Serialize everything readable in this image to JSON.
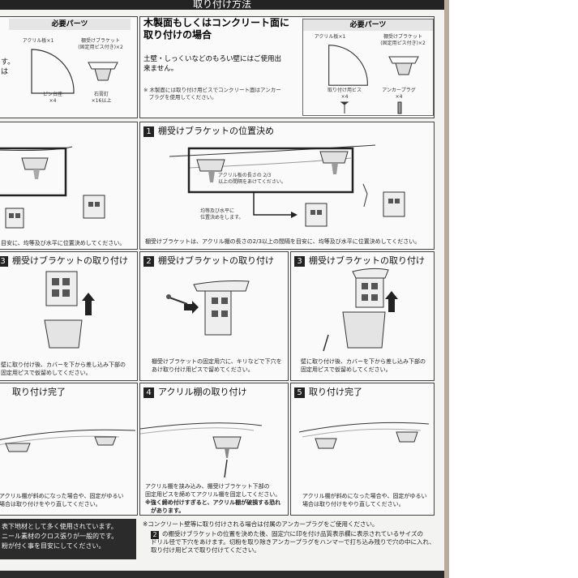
{
  "title": "取り付け方法",
  "parts_label_left": "必要パーツ",
  "parts_label_right": "必要パーツ",
  "left_edge_text": "す。\nは",
  "left_parts": {
    "acrylic": "アクリル板×1",
    "bracket": "棚受けブラケット\n(固定用ピス付き)×2",
    "pin": "ピン台座\n×4",
    "nail": "石膏釘\n×16以上"
  },
  "wood_title": "木製面もしくはコンクリート面に\n取り付けの場合",
  "wood_text": "土壁・しっくいなどのもろい壁にはご使用出\n来ません。",
  "wood_note": "※ 木製面には取り付け用ビスでコンクリート面はアンカー\n　プラグを使用してください。",
  "right_parts": {
    "acrylic": "アクリル板×1",
    "bracket": "棚受けブラケット\n(固定用ピス付き)×2",
    "screw": "取り付け用ビス\n×4",
    "anchor": "アンカープラグ\n×4"
  },
  "step1": {
    "num": "1",
    "title": "棚受けブラケットの位置決め",
    "callout": "アクリル板の長さの 2/3\n以上の間隔をあけてください。",
    "level": "均等及び水平に\n位置決めをします。",
    "caption": "棚受けブラケットは、アクリル棚の長さの2/3以上の間隔を目安に、均等及び水平に位置決めしてください。"
  },
  "left_step1_caption": "目安に、均等及び水平に位置決めしてください。",
  "left_step3": {
    "num": "3",
    "title": "棚受けブラケットの取り付け",
    "caption": "壁に取り付け後、カバーを下から差し込み下部の\n固定用ピスで仮留めしてください。"
  },
  "step2": {
    "num": "2",
    "title": "棚受けブラケットの取り付け",
    "caption": "棚受けブラケットの固定用穴に、キリなどで下穴を\nあけ取り付け用ピスで留めてください。"
  },
  "step3": {
    "num": "3",
    "title": "棚受けブラケットの取り付け",
    "caption": "壁に取り付け後、カバーを下から差し込み下部の\n固定用ピスで仮留めしてください。"
  },
  "left_done": {
    "title": "取り付け完了",
    "caption": "アクリル棚が斜めになった場合や、固定がゆるい\n場合は取り付けをやり直してください。"
  },
  "step4": {
    "num": "4",
    "title": "アクリル棚の取り付け",
    "caption": "アクリル棚を挟み込み、棚受けブラケット下部の\n固定用ピスを締めてアクリル棚を固定してください。",
    "warning": "※強く締め付けすぎると、アクリル棚が破損する恐れ\n　があります。"
  },
  "step5": {
    "num": "5",
    "title": "取り付け完了",
    "caption": "アクリル棚が斜めになった場合や、固定がゆるい\n場合は取り付けをやり直してください。"
  },
  "left_bottom_note": "表下地材として多く使用されています。\nニール素材のクロス張りが一般的です。\n粉が付く事を目安にしてください。",
  "concrete_note_1": "※コンクリート壁等に取り付けされる場合は付属のアンカープラグをご使用ください。",
  "concrete_note_2_num": "2",
  "concrete_note_2": "の棚受けブラケットの位置を決めた後、固定穴に印を付け品質表示欄に表示されているサイズの\nドリル径で下穴をあけます。切粉を取り除きアンカープラグをハンマーで打ち込み残りで穴の中に入れ、\n取り付け用ピスで取り付けてください。"
}
